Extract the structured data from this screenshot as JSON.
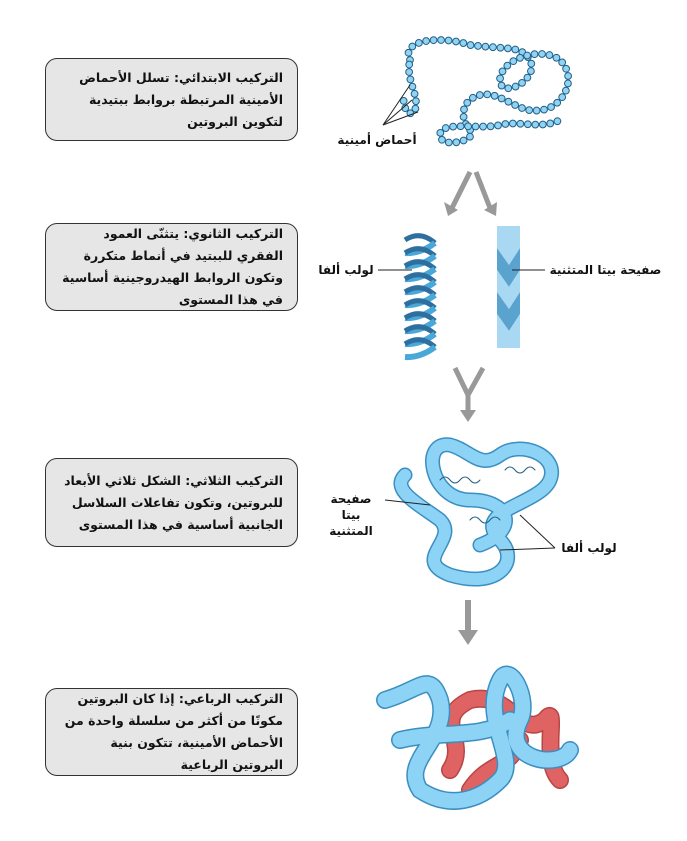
{
  "levels": [
    {
      "name": "primary",
      "text": "التركيب الابتدائي: تسلل الأحماض الأمينية المرتبطة بروابط ببتيدية لتكوين البروتين"
    },
    {
      "name": "secondary",
      "text": "التركيب الثانوي: يتثنّى العمود الفقري للببتيد في أنماط متكررة وتكون الروابط الهيدروجينية أساسية في هذا المستوى"
    },
    {
      "name": "tertiary",
      "text": "التركيب الثلاثي: الشكل ثلاثي الأبعاد للبروتين، وتكون تفاعلات السلاسل الجانبية أساسية في هذا المستوى"
    },
    {
      "name": "quaternary",
      "text": "التركيب الرباعي: إذا كان البروتين مكونًا من أكثر من سلسلة واحدة من الأحماض الأمينية، تتكون بنية البروتين الرباعية"
    }
  ],
  "labels": {
    "amino_acids": "أحماض أمينية",
    "alpha_helix": "لولب ألفا",
    "beta_sheet": "صفيحة بيتا المتثنية",
    "tertiary_beta_1": "صفيحة",
    "tertiary_beta_2": "بيتا المتثنية",
    "tertiary_alpha": "لولب ألفا"
  },
  "colors": {
    "bead": "#8fd3f5",
    "helix": "#4aa8d8",
    "sheet": "#5ba3cf",
    "tertiary": "#8dd3f5",
    "quaternary_red": "#e06363",
    "arrow": "#999999"
  }
}
